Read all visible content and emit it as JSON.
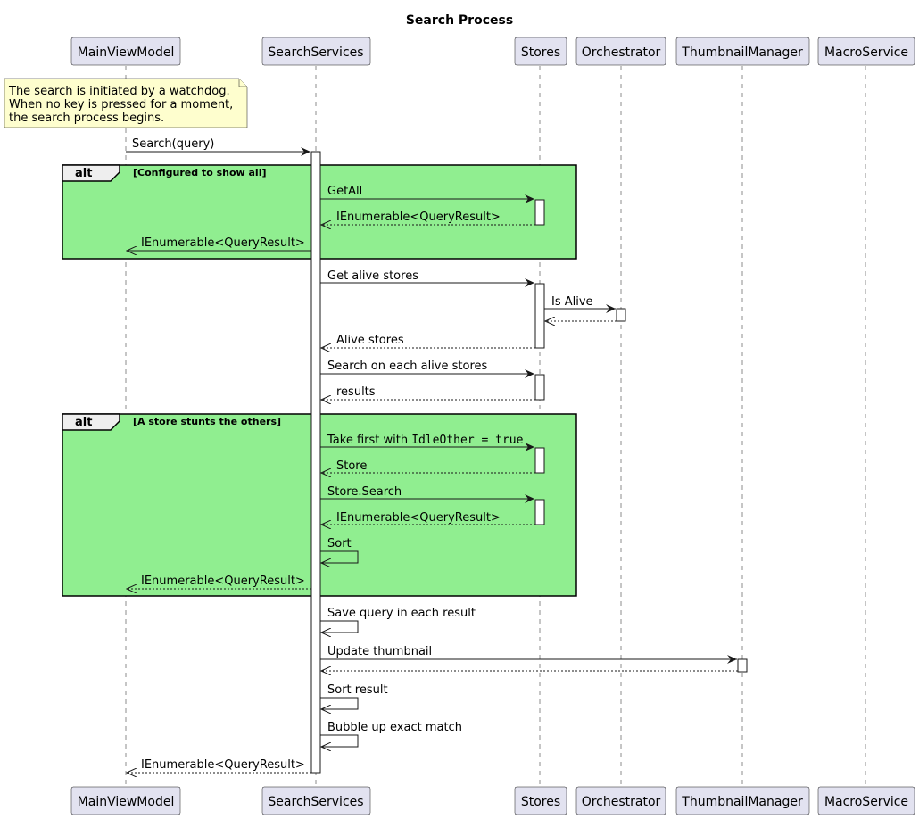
{
  "diagram": {
    "title": "Search Process",
    "participants": [
      {
        "id": "mvm",
        "name": "MainViewModel"
      },
      {
        "id": "ss",
        "name": "SearchServices"
      },
      {
        "id": "st",
        "name": "Stores"
      },
      {
        "id": "or",
        "name": "Orchestrator"
      },
      {
        "id": "tm",
        "name": "ThumbnailManager"
      },
      {
        "id": "ms",
        "name": "MacroService"
      }
    ],
    "note": {
      "lines": [
        "The search is initiated by a watchdog.",
        "When no key is pressed for a moment,",
        "the search process begins."
      ]
    },
    "fragments": [
      {
        "operator": "alt",
        "guard": "[Configured to show all]"
      },
      {
        "operator": "alt",
        "guard": "[A store stunts the others]"
      }
    ],
    "messages": [
      {
        "from": "mvm",
        "to": "ss",
        "label": "Search(query)",
        "kind": "sync"
      },
      {
        "from": "ss",
        "to": "st",
        "label": "GetAll",
        "kind": "sync"
      },
      {
        "from": "st",
        "to": "ss",
        "label": "IEnumerable<QueryResult>",
        "kind": "reply"
      },
      {
        "from": "ss",
        "to": "mvm",
        "label": "IEnumerable<QueryResult>",
        "kind": "sync"
      },
      {
        "from": "ss",
        "to": "st",
        "label": "Get alive stores",
        "kind": "sync"
      },
      {
        "from": "st",
        "to": "or",
        "label": "Is Alive",
        "kind": "sync"
      },
      {
        "from": "or",
        "to": "st",
        "label": "",
        "kind": "reply"
      },
      {
        "from": "st",
        "to": "ss",
        "label": "Alive stores",
        "kind": "reply"
      },
      {
        "from": "ss",
        "to": "st",
        "label": "Search on each alive stores",
        "kind": "sync"
      },
      {
        "from": "st",
        "to": "ss",
        "label": "results",
        "kind": "reply"
      },
      {
        "from": "ss",
        "to": "st",
        "label": "Take first with ",
        "code": "IdleOther = true",
        "kind": "sync"
      },
      {
        "from": "st",
        "to": "ss",
        "label": "Store",
        "kind": "reply"
      },
      {
        "from": "ss",
        "to": "st",
        "label": "Store.Search",
        "kind": "sync"
      },
      {
        "from": "st",
        "to": "ss",
        "label": "IEnumerable<QueryResult>",
        "kind": "reply"
      },
      {
        "from": "ss",
        "to": "ss",
        "label": "Sort",
        "kind": "self"
      },
      {
        "from": "ss",
        "to": "mvm",
        "label": "IEnumerable<QueryResult>",
        "kind": "reply"
      },
      {
        "from": "ss",
        "to": "ss",
        "label": "Save query in each result",
        "kind": "self"
      },
      {
        "from": "ss",
        "to": "tm",
        "label": "Update thumbnail",
        "kind": "sync"
      },
      {
        "from": "tm",
        "to": "ss",
        "label": "",
        "kind": "reply"
      },
      {
        "from": "ss",
        "to": "ss",
        "label": "Sort result",
        "kind": "self"
      },
      {
        "from": "ss",
        "to": "ss",
        "label": "Bubble up exact match",
        "kind": "self"
      },
      {
        "from": "ss",
        "to": "mvm",
        "label": "IEnumerable<QueryResult>",
        "kind": "reply"
      }
    ],
    "colors": {
      "participant_fill": "#e2e2f0",
      "fragment_fill": "#90ee90",
      "note_fill": "#fefece",
      "line": "#181818"
    }
  }
}
